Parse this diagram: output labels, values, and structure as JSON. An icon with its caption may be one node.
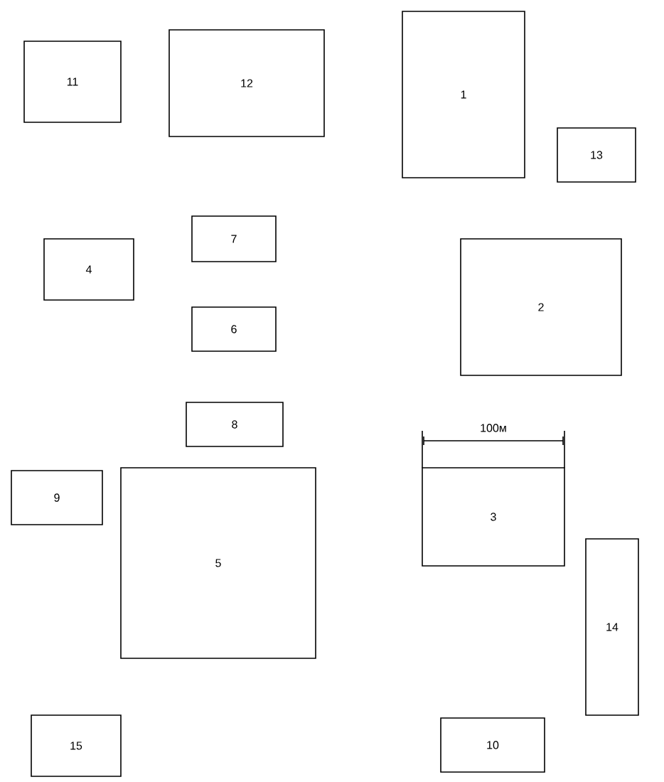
{
  "diagram": {
    "nodes": [
      {
        "text": [
          "11"
        ]
      },
      {
        "text": [
          "12"
        ]
      },
      {
        "text": [
          "1"
        ]
      },
      {
        "text": [
          "13"
        ]
      },
      {
        "text": [
          "7"
        ]
      },
      {
        "text": [
          "4"
        ]
      },
      {
        "text": [
          "2"
        ]
      },
      {
        "text": [
          "6"
        ]
      },
      {
        "text": [
          "8"
        ]
      },
      {
        "text": [
          "9"
        ]
      },
      {
        "text": [
          "5"
        ]
      },
      {
        "text": [
          "3"
        ]
      },
      {
        "text": [
          "14"
        ]
      },
      {
        "text": [
          "15"
        ]
      },
      {
        "text": [
          "10"
        ]
      }
    ],
    "labels": [
      "100м"
    ]
  }
}
